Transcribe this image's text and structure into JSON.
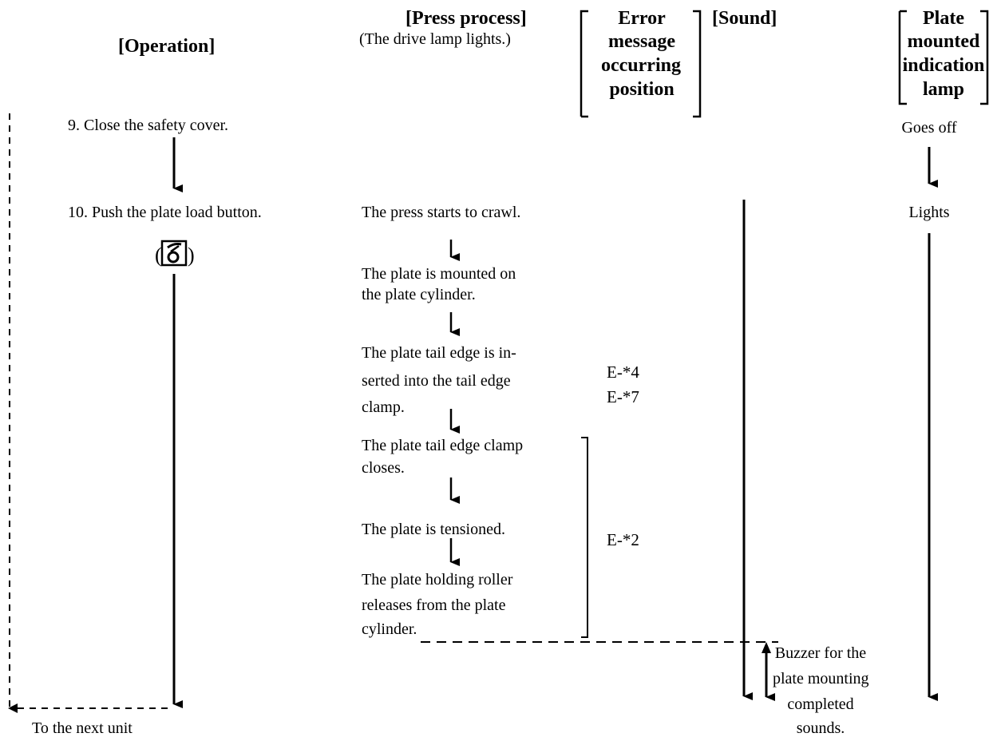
{
  "headers": {
    "operation": "[Operation]",
    "press_process": "[Press process]",
    "press_process_note": "(The drive lamp lights.)",
    "error_line1": "Error",
    "error_line2": "message",
    "error_line3": "occurring",
    "error_line4": "position",
    "sound": "[Sound]",
    "plate_line1": "Plate",
    "plate_line2": "mounted",
    "plate_line3": "indication",
    "plate_line4": "lamp"
  },
  "operations": {
    "step9": "9. Close the safety cover.",
    "step10": "10. Push the plate load button.",
    "next_unit": "To the next unit"
  },
  "process": {
    "step1": "The press starts to crawl.",
    "step2_l1": "The plate is mounted on",
    "step2_l2": "the plate cylinder.",
    "step3_l1": "The plate tail edge is in-",
    "step3_l2": "serted into the tail edge",
    "step3_l3": "clamp.",
    "step4_l1": "The plate tail edge clamp",
    "step4_l2": "closes.",
    "step5": "The plate is tensioned.",
    "step6_l1": "The plate holding roller",
    "step6_l2": "releases from the plate",
    "step6_l3": "cylinder."
  },
  "errors": {
    "e4": "E-*4",
    "e7": "E-*7",
    "e2": "E-*2"
  },
  "sound": {
    "line1": "Buzzer for the",
    "line2": "plate mounting",
    "line3": "completed",
    "line4": "sounds."
  },
  "lamp": {
    "goes_off": "Goes off",
    "lights": "Lights"
  },
  "icons": {
    "plate_load_button": "plate-load-symbol-icon"
  }
}
